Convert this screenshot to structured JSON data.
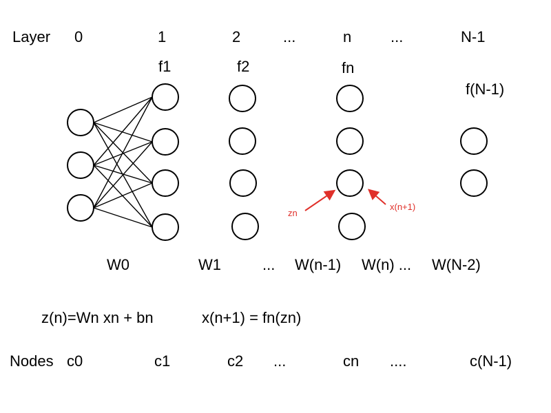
{
  "header": {
    "layer_label": "Layer",
    "layers": [
      "0",
      "1",
      "2",
      "...",
      "n",
      "...",
      "N-1"
    ]
  },
  "functions": [
    "f1",
    "f2",
    "fn",
    "f(N-1)"
  ],
  "annotations": {
    "zn": "zn",
    "xn1": "x(n+1)"
  },
  "weights": [
    "W0",
    "W1",
    "...",
    "W(n-1)",
    "W(n) ...",
    "W(N-2)"
  ],
  "equations": {
    "z": "z(n)=Wn xn + bn",
    "x": "x(n+1) = fn(zn)"
  },
  "nodes": {
    "label": "Nodes",
    "items": [
      "c0",
      "c1",
      "c2",
      "...",
      "cn",
      "....",
      "c(N-1)"
    ]
  },
  "colors": {
    "stroke": "#000000",
    "accent": "#e0302a"
  }
}
